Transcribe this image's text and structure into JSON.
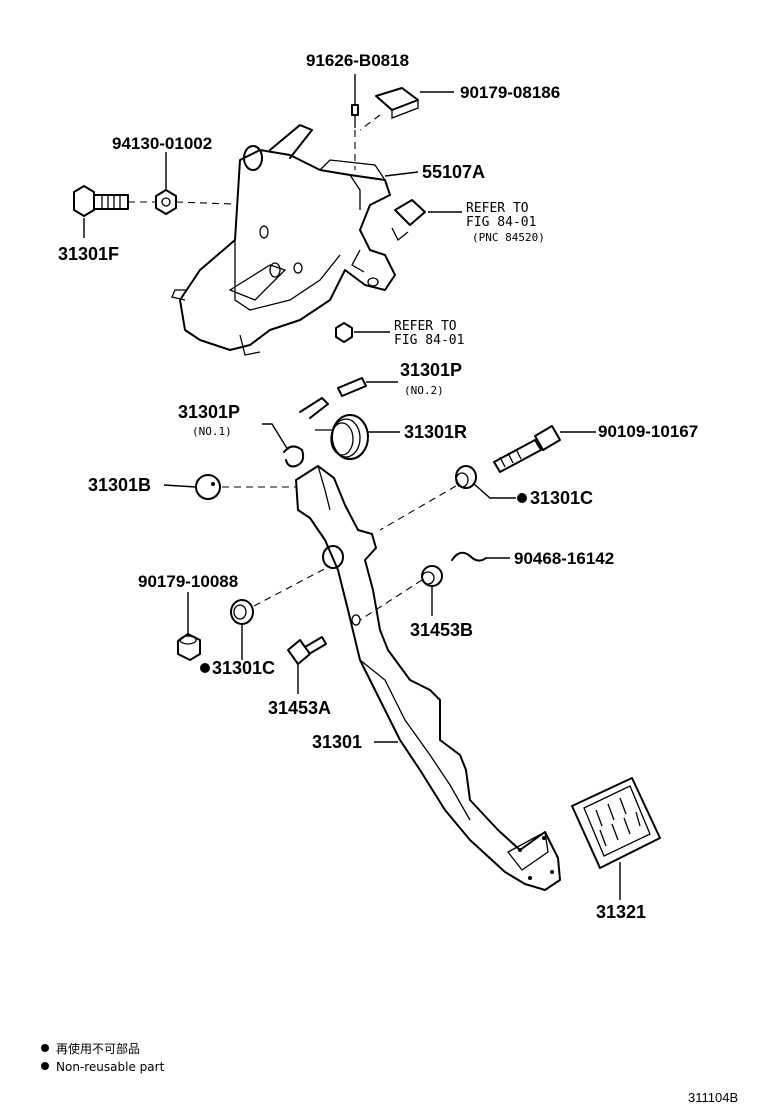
{
  "diagram_code": "311104B",
  "labels": {
    "bolt_top": "91626-B0818",
    "nut_clip_top": "90179-08186",
    "nut_left": "94130-01002",
    "bolt_left": "31301F",
    "bracket": "55107A",
    "refer_top_1": "REFER TO",
    "refer_top_2": "FIG 84-01",
    "refer_top_3": "(PNC 84520)",
    "refer_mid_1": "REFER TO",
    "refer_mid_2": "FIG 84-01",
    "pin_no2": "31301P",
    "pin_no2_sub": "(NO.2)",
    "pin_no1": "31301P",
    "pin_no1_sub": "(NO.1)",
    "spring": "31301R",
    "bolt_right": "90109-10167",
    "bushing_left": "31301B",
    "collar_right": "31301C",
    "clip": "90468-16142",
    "nut_lower": "90179-10088",
    "stopper_b": "31453B",
    "collar_left": "31301C",
    "stopper_a": "31453A",
    "pedal": "31301",
    "pad": "31321"
  },
  "legend": {
    "line_jp": "再使用不可部品",
    "line_en": "Non-reusable part"
  }
}
